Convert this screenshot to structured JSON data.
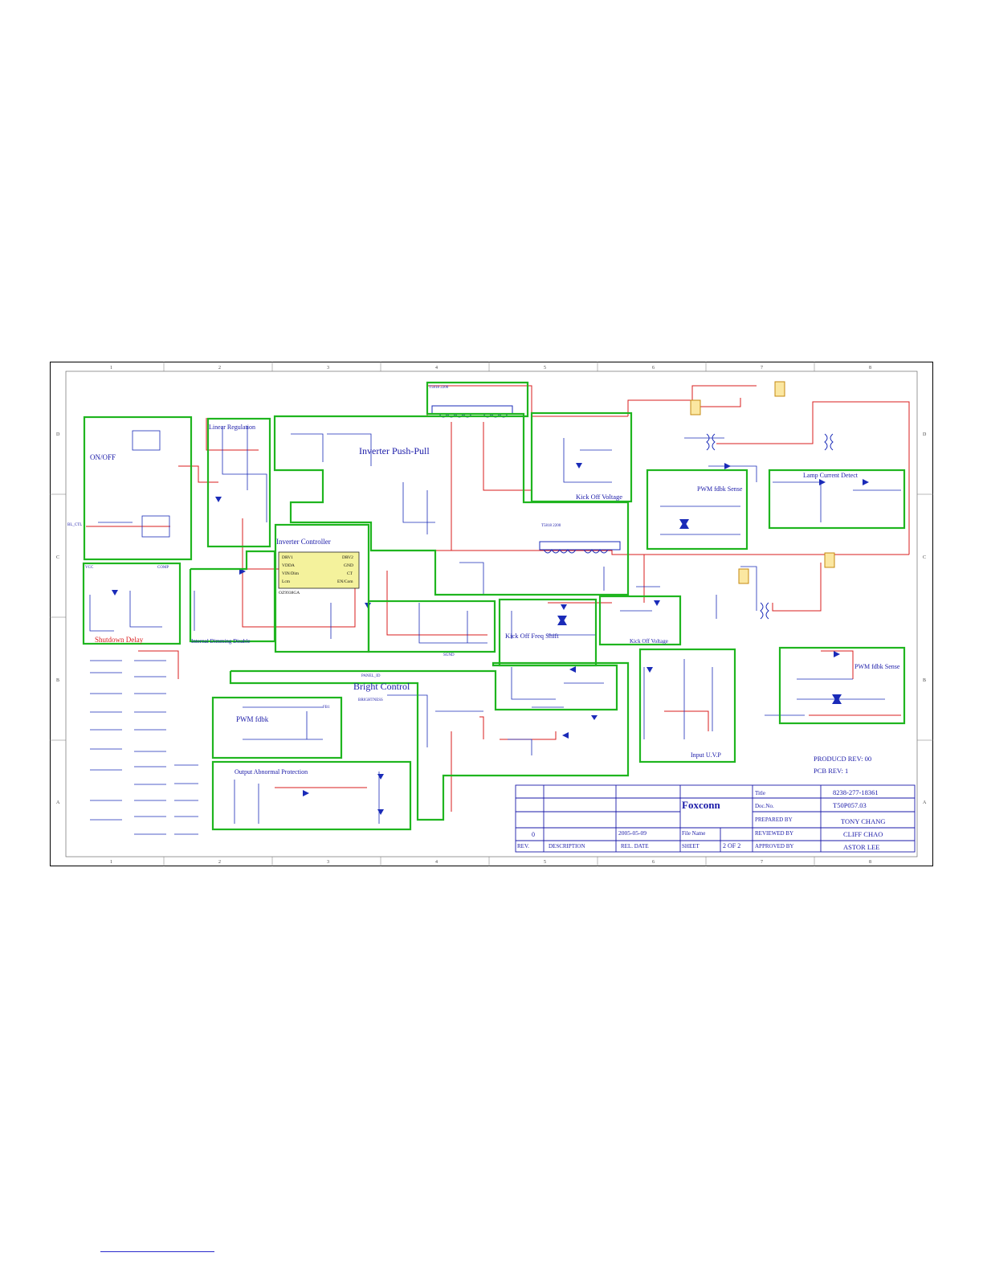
{
  "border": {
    "columns": [
      "1",
      "2",
      "3",
      "4",
      "5",
      "6",
      "7",
      "8"
    ],
    "rows": [
      "D",
      "C",
      "B",
      "A"
    ]
  },
  "blocks": {
    "on_off": "ON/OFF",
    "linear_regulation": "Linear Regulation",
    "inverter_push_pull": "Inverter Push-Pull",
    "kick_off_voltage_top": "Kick Off Voltage",
    "pwm_fdbk_sense_top": "PWM fdbk Sense",
    "lamp_current_detect": "Lamp Current Detect",
    "inverter_controller": "Inverter Controller",
    "shutdown_delay": "Shutdown Delay",
    "internal_dimming_disable": "Internal Dimming Disable",
    "kick_off_freq_shift": "Kick Off  Freq Shift",
    "kick_off_voltage_mid": "Kick Off Voltage",
    "bright_control": "Bright Control",
    "pwm_fdbk": "PWM fdbk",
    "output_abnormal_protection": "Output Abnormal Protection",
    "input_uvp": "Input U.V.P",
    "pwm_fdbk_sense_bottom": "PWM fdbk Sense"
  },
  "components": {
    "ic_pins_left": [
      "DRV1",
      "VDDA",
      "VIN/Dim",
      "Lcm"
    ],
    "ic_pins_right": [
      "DRV2",
      "GND",
      "CT",
      "EN/Com"
    ],
    "ic_part": "OZ9938GA",
    "transformer_top": "T5818 2200",
    "transformer_mid": "T5818 2200",
    "net_bl_ctl": "BL_CTL",
    "net_vcc": "VCC",
    "net_comp": "COMP",
    "net_sgnd": "SGND",
    "net_panel_id": "PANEL_ID",
    "net_brightness": "BRIGHTNESS",
    "net_fb": "FB1"
  },
  "revision": {
    "product_rev": "PRODUCD REV: 00",
    "pcb_rev": "PCB REV: 1"
  },
  "title_block": {
    "company": "Foxconn",
    "title_label": "Title",
    "title_value": "8238-277-18361",
    "doc_label": "Doc.No.",
    "doc_value": "T50P057.03",
    "prepared_label": "PREPARED BY",
    "prepared_value": "TONY CHANG",
    "reviewed_label": "REVIEWED BY",
    "reviewed_value": "CLIFF CHAO",
    "approved_label": "APPROVED BY",
    "approved_value": "ASTOR LEE",
    "rev_value": "0",
    "date_value": "2005-05-09",
    "file_name_label": "File Name",
    "rev_label": "REV.",
    "description_label": "DESCRIPTION",
    "rel_date_label": "REL. DATE",
    "sheet_label": "SHEET",
    "sheet_value": "2 OF 2"
  },
  "colors": {
    "border": "#000000",
    "block_outline": "#1fb51f",
    "wire_red": "#d91c1c",
    "wire_blue": "#1a2bb8",
    "title_block": "#1a1aa8",
    "label_text": "#1a1aa8",
    "ic_fill": "#f4f29c",
    "connector_fill": "#fbe7a1"
  }
}
